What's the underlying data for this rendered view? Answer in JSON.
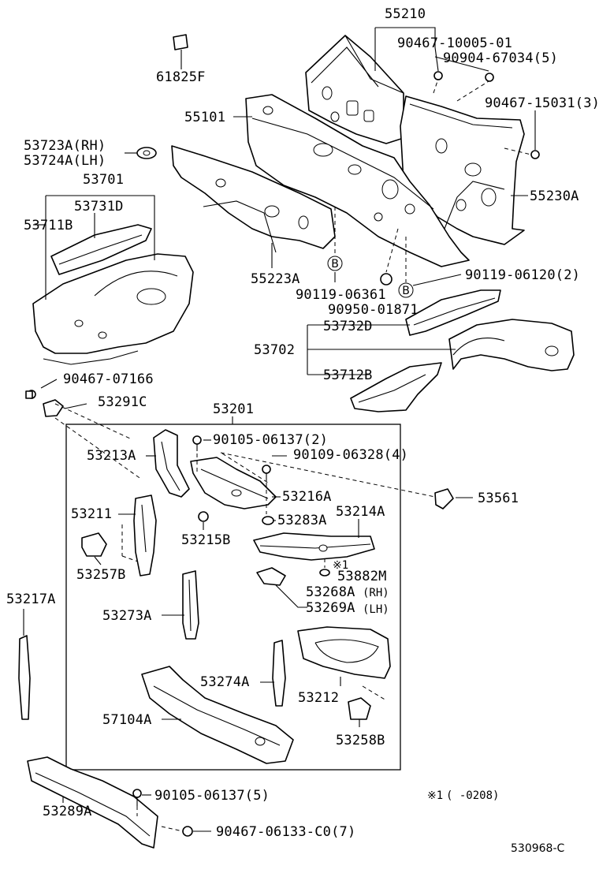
{
  "labels": {
    "p55210": "55210",
    "p90467_10005_01": "90467-10005-01",
    "p90904_67034": "90904-67034(5)",
    "p61825F": "61825F",
    "p55101": "55101",
    "p90467_15031": "90467-15031(3)",
    "p53723A": "53723A(RH)",
    "p53724A": "53724A(LH)",
    "p53701": "53701",
    "p53731D": "53731D",
    "p53711B": "53711B",
    "p55230A": "55230A",
    "p55223A": "55223A",
    "p90119_06120": "90119-06120(2)",
    "p90119_06361": "90119-06361",
    "p90950_01871": "90950-01871",
    "p53732D": "53732D",
    "p53702": "53702",
    "p53712B": "53712B",
    "p90467_07166": "90467-07166",
    "p53291C": "53291C",
    "p53201": "53201",
    "p53213A": "53213A",
    "p90105_06137_2": "90105-06137(2)",
    "p90109_06328": "90109-06328(4)",
    "p53561": "53561",
    "p53216A": "53216A",
    "p53211": "53211",
    "p53283A": "53283A",
    "p53214A": "53214A",
    "p53215B": "53215B",
    "p53257B": "53257B",
    "p53882M": "53882M",
    "p53268A": "53268A",
    "p53268A_side": "(RH)",
    "p53269A": "53269A",
    "p53269A_side": "(LH)",
    "p53217A": "53217A",
    "p53273A": "53273A",
    "p53274A": "53274A",
    "p53212": "53212",
    "p57104A": "57104A",
    "p53258B": "53258B",
    "p90105_06137_5": "90105-06137(5)",
    "p53289A": "53289A",
    "p90467_06133": "90467-06133-C0(7)"
  },
  "markers": {
    "circle_b": "B",
    "note_symbol": "※1",
    "note_symbol_footer": "※1",
    "note_text": "(          -0208)"
  },
  "footer": {
    "diagram_code": "530968-C"
  }
}
